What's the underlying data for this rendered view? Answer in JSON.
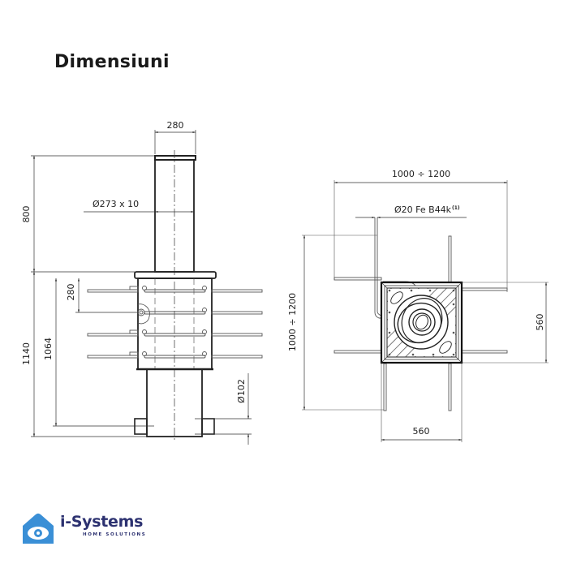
{
  "page": {
    "title": "Dimensiuni"
  },
  "side_view": {
    "dimensions": {
      "top_width": "280",
      "tube": "Ø273 x 10",
      "height_above": "800",
      "height_total": "1140",
      "height_inner": "1064",
      "rebar_spacing": "280",
      "drain_diameter": "Ø102"
    }
  },
  "plan_view": {
    "dimensions": {
      "width_range": "1000 ÷ 1200",
      "rebar_spec": "Ø20 Fe B44k",
      "rebar_note": "(1)",
      "depth_range": "1000 ÷ 1200",
      "box_height": "560",
      "box_width": "560"
    }
  },
  "logo": {
    "name": "i-Systems",
    "tagline": "HOME SOLUTIONS",
    "colors": {
      "icon": "#3a8fd6",
      "text": "#2c3170"
    }
  },
  "colors": {
    "line": "#222222",
    "thin_line": "#555555",
    "watermark": "#f0f0f0"
  }
}
